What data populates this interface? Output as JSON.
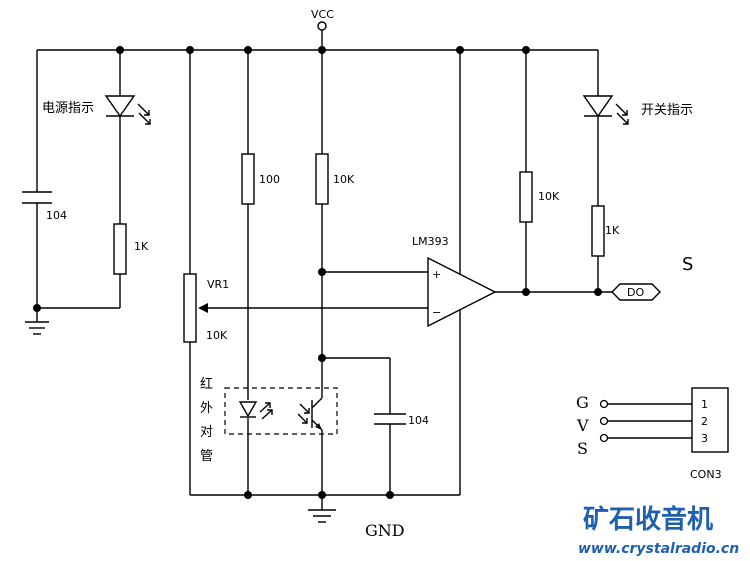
{
  "labels": {
    "vcc": "VCC",
    "gnd": "GND",
    "power_led": "电源指示",
    "switch_led": "开关指示",
    "c1": "104",
    "r1": "1K",
    "r_vr_label": "VR1",
    "r_vr_value": "10K",
    "r100": "100",
    "r10k_a": "10K",
    "comparator": "LM393",
    "r10k_b": "10K",
    "r1k_b": "1K",
    "output_s": "S",
    "do_tag": "DO",
    "ir_pair": [
      "红",
      "外",
      "对",
      "管"
    ],
    "c2": "104",
    "plus": "+",
    "minus": "−"
  },
  "connector": {
    "pin_labels": [
      "G",
      "V",
      "S"
    ],
    "pin_numbers": [
      "1",
      "2",
      "3"
    ],
    "name": "CON3"
  },
  "branding": {
    "name": "矿石收音机",
    "url": "www.crystalradio.cn",
    "color": "#1f5fb0"
  }
}
